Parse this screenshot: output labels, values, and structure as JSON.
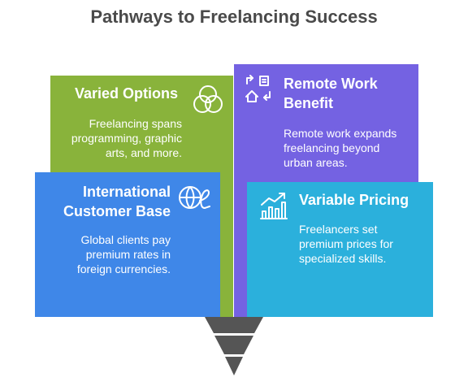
{
  "title": "Pathways to Freelancing Success",
  "cards": {
    "varied": {
      "title": "Varied Options",
      "text": [
        "Freelancing spans",
        "programming, graphic",
        "arts, and more."
      ],
      "icon": "overlapping-circles-icon",
      "color": "#89b33b"
    },
    "remote": {
      "title": [
        "Remote Work",
        "Benefit"
      ],
      "text": [
        "Remote work expands",
        "freelancing beyond",
        "urban areas."
      ],
      "icon": "office-to-home-icon",
      "color": "#7462e2"
    },
    "intl": {
      "title": [
        "International",
        "Customer Base"
      ],
      "text": [
        "Global clients pay",
        "premium rates in",
        "foreign currencies."
      ],
      "icon": "currency-exchange-icon",
      "color": "#3f87e8"
    },
    "pricing": {
      "title": "Variable Pricing",
      "text": [
        "Freelancers set",
        "premium prices for",
        "specialized skills."
      ],
      "icon": "growth-chart-icon",
      "color": "#2bb0dc"
    }
  },
  "funnel": {
    "icon": "funnel-icon",
    "color": "#555555"
  }
}
